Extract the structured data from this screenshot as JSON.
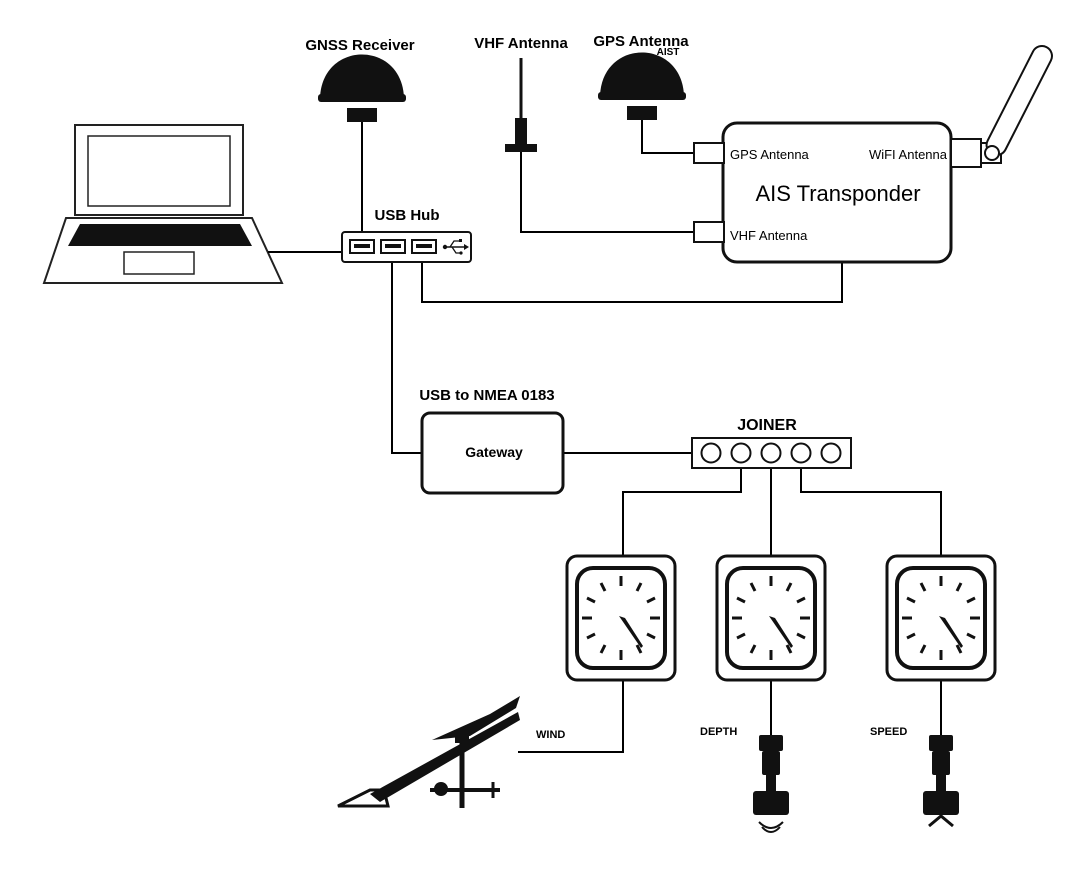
{
  "labels": {
    "gnss_receiver": "GNSS Receiver",
    "vhf_antenna": "VHF Antenna",
    "gps_antenna": "GPS Antenna",
    "ais_small": "AIST",
    "usb_hub": "USB Hub",
    "ais_transponder": "AIS Transponder",
    "port_gps": "GPS Antenna",
    "port_wifi": "WiFI Antenna",
    "port_vhf": "VHF Antenna",
    "usb_nmea": "USB to NMEA 0183",
    "gateway": "Gateway",
    "joiner": "JOINER",
    "wind": "WIND",
    "depth": "DEPTH",
    "speed": "SPEED"
  },
  "colors": {
    "ink": "#000000",
    "background": "#ffffff"
  }
}
